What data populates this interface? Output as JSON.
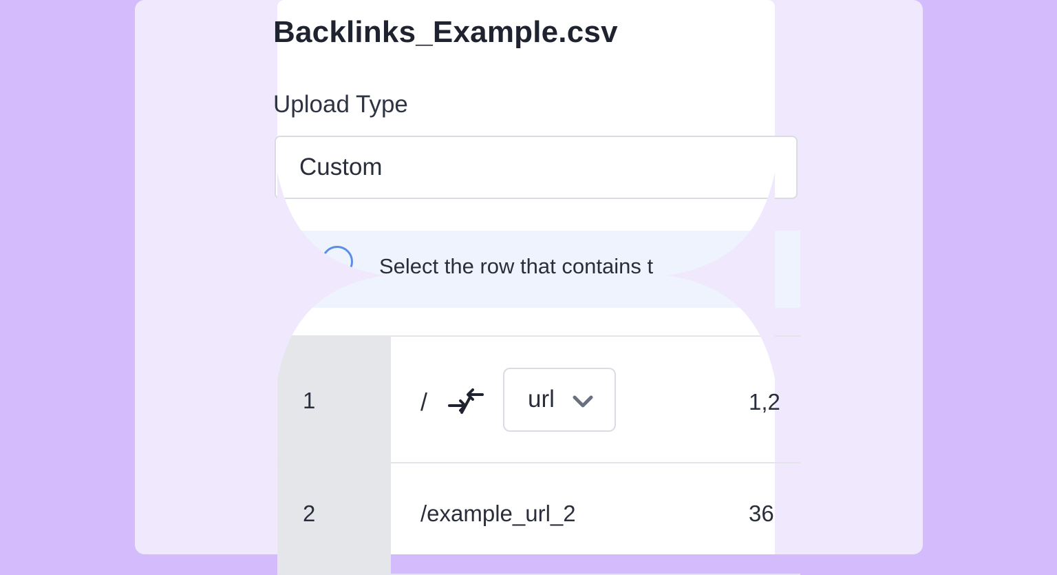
{
  "dialog": {
    "file_name": "Backlinks_Example.csv",
    "upload_type_label": "Upload Type",
    "upload_type_value": "Custom"
  },
  "info_banner": {
    "icon": "info-icon",
    "text": "Select the row that contains t"
  },
  "table": {
    "rows": [
      {
        "number": "1",
        "url": "/",
        "column_type": "url",
        "count": "1,2"
      },
      {
        "number": "2",
        "url": "/example_url_2",
        "count": "36"
      }
    ]
  },
  "icons": {
    "swap": "swap-arrows-icon",
    "dropdown": "chevron-down-icon"
  },
  "colors": {
    "background": "#d4bcfc",
    "frame": "#f0e8fd",
    "banner": "#eef3fd",
    "row_number_cell": "#e4e6ea"
  }
}
